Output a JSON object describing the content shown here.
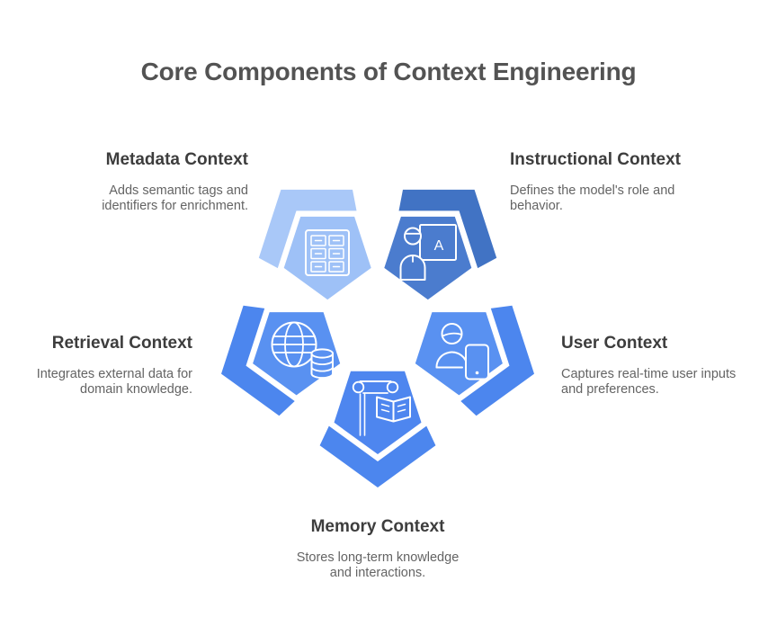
{
  "title": "Core Components of Context Engineering",
  "text_colors": {
    "title": "#535353",
    "heading": "#3D3D3D",
    "body": "#646464"
  },
  "components": [
    {
      "name": "Metadata Context",
      "description": "Adds semantic tags and identifiers for enrichment.",
      "icon": "archive-grid-icon",
      "colors": {
        "pentagon": "#9EC1F7",
        "arc": "#A9C8F8"
      }
    },
    {
      "name": "Instructional Context",
      "description": "Defines the model's role and behavior.",
      "icon": "instructor-board-icon",
      "board_letter": "A",
      "colors": {
        "pentagon": "#4B7CCE",
        "arc": "#4173C4"
      }
    },
    {
      "name": "Retrieval Context",
      "description": "Integrates external data for domain knowledge.",
      "icon": "globe-database-icon",
      "colors": {
        "pentagon": "#5991F1",
        "arc": "#4C86EE"
      }
    },
    {
      "name": "User Context",
      "description": "Captures real-time user inputs and preferences.",
      "icon": "user-device-icon",
      "colors": {
        "pentagon": "#5991F1",
        "arc": "#4C86EE"
      }
    },
    {
      "name": "Memory Context",
      "description": "Stores long-term knowledge and interactions.",
      "icon": "column-book-icon",
      "colors": {
        "pentagon": "#4E86EF",
        "arc": "#4C86EE"
      }
    }
  ]
}
